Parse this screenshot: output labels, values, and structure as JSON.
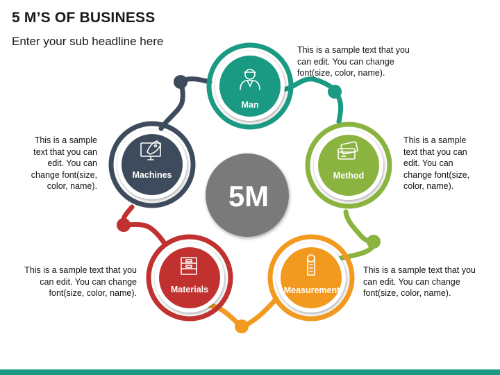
{
  "header": {
    "title": "5 M’S OF BUSINESS",
    "subtitle": "Enter your sub headline here"
  },
  "center": {
    "label": "5M",
    "color": "#7a7a7a"
  },
  "nodes": [
    {
      "id": "man",
      "label": "Man",
      "icon": "person-icon",
      "color": "#1a9a82",
      "description": "This is a sample text that you can edit. You can change font(size, color, name)."
    },
    {
      "id": "method",
      "label": "Method",
      "icon": "cards-icon",
      "color": "#8ab33f",
      "description": "This is a sample text that you can edit. You can change font(size, color, name)."
    },
    {
      "id": "measurement",
      "label": "Measurement",
      "icon": "tape-measure-icon",
      "color": "#f29a1f",
      "description": "This is a sample text that you can edit. You can change font(size, color, name)."
    },
    {
      "id": "materials",
      "label": "Materials",
      "icon": "toolbox-icon",
      "color": "#c0312f",
      "description": "This is a sample text that you can edit. You can change font(size, color, name)."
    },
    {
      "id": "machines",
      "label": "Machines",
      "icon": "rocket-monitor-icon",
      "color": "#3d4b5c",
      "description": "This is a sample text that you can edit. You can change font(size, color, name)."
    }
  ],
  "accent": "#1a9a82"
}
